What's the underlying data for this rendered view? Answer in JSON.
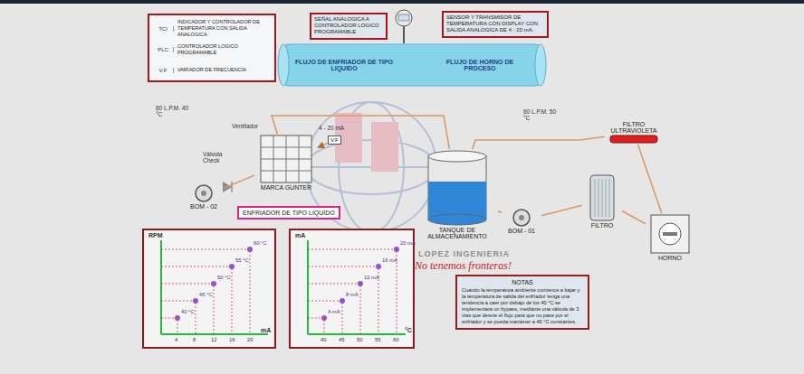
{
  "diagram": {
    "nodes": [
      {
        "text": [
          "SEÑAL ANALOGICA A CONTROLADOR LOGICO PROGRAMABLE"
        ]
      },
      {
        "text": [
          "SENSOR Y TRANSMISOR DE TEMPERATURA CON DISPLAY CON SALIDA ANALOGICA DE 4 - 20 mA."
        ]
      },
      {
        "text": [
          "FLUJO DE ENFRIADOR DE TIPO LIQUIDO",
          "FLUJO DE HORNO DE PROCESO"
        ]
      },
      {
        "text": [
          "V.F"
        ]
      },
      {
        "text": [
          "MARCA GUNTER"
        ]
      },
      {
        "text": [
          "ENFRIADOR DE TIPO LIQUIDO"
        ]
      },
      {
        "text": [
          "BOM - 02"
        ]
      },
      {
        "text": [
          "TANQUE DE ALMACENAMIENTO"
        ]
      },
      {
        "text": [
          "BOM - 01"
        ]
      },
      {
        "text": [
          "FILTRO"
        ]
      },
      {
        "text": [
          "FILTRO ULTRAVIOLETA"
        ]
      },
      {
        "text": [
          "HORNO"
        ]
      },
      {
        "text": [
          "NOTAS",
          "Cuando la temperatura ambiente comience a bajar y la temperatura de salida del enfriador tenga una tendencia a caer por debajo de los 40 °C se implementara un bypass, mediante una válvula de 3 vías que desvíe el flujo para que no pase por el enfriador y se pueda mantener a 40 °C constantes."
        ]
      }
    ],
    "edges": [
      {
        "from": 6,
        "to": 4,
        "arrow": "none"
      },
      {
        "from": 4,
        "to": 7,
        "arrow": "none"
      },
      {
        "from": 3,
        "to": 4,
        "arrow": "to"
      },
      {
        "from": 7,
        "to": 8,
        "arrow": "none"
      },
      {
        "from": 8,
        "to": 9,
        "arrow": "none"
      },
      {
        "from": 9,
        "to": 11,
        "arrow": "none"
      },
      {
        "from": 11,
        "to": 10,
        "arrow": "none"
      },
      {
        "from": 10,
        "to": 7,
        "arrow": "none"
      }
    ],
    "labels": [
      "TCI",
      "PLC",
      "V.F",
      "60 L.P.M. 40 °C",
      "60 L.P.M. 50 °C",
      "Ventilador",
      "Válvula Check",
      "4 - 20 mA",
      "RPM",
      "mA",
      "mA",
      "°C",
      "40 °C",
      "45 °C",
      "50 °C",
      "55 °C",
      "60 °C",
      "4",
      "8",
      "12",
      "16",
      "20",
      "4 mA",
      "8 mA",
      "12 mA",
      "16 mA",
      "20 mA",
      "40",
      "45",
      "50",
      "55",
      "60",
      "LOPEZ INGENIERIA",
      "No tenemos fronteras!"
    ],
    "legend": [
      {
        "text": "INDICADOR Y CONTROLADOR DE TEMPERATURA CON SALIDA ANALOGICA"
      },
      {
        "text": "CONTROLADOR LOGICO PROGRAMABLE"
      },
      {
        "text": "VARIADOR DE FRECUENCIA"
      }
    ]
  }
}
